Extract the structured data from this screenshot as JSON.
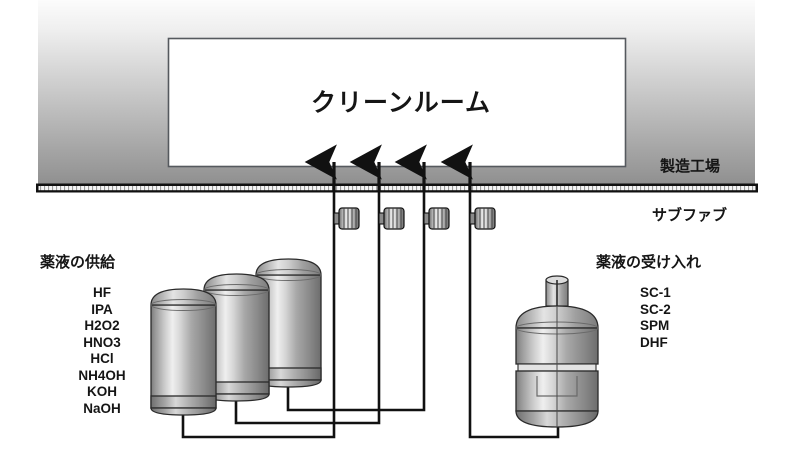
{
  "diagram": {
    "type": "process-flow-schematic",
    "language": "ja",
    "cleanroom": {
      "label": "クリーンルーム"
    },
    "zones": {
      "upper": {
        "label": "製造工場"
      },
      "lower": {
        "label": "サブファブ"
      }
    },
    "supply": {
      "heading": "薬液の供給",
      "chemicals": [
        "HF",
        "IPA",
        "H2O2",
        "HNO3",
        "HCl",
        "NH4OH",
        "KOH",
        "NaOH"
      ],
      "tank_count": 3
    },
    "receiving": {
      "heading": "薬液の受け入れ",
      "chemicals": [
        "SC-1",
        "SC-2",
        "SPM",
        "DHF"
      ],
      "vessel_count": 1
    },
    "risers": {
      "count": 4,
      "arrow_direction": "up",
      "inline_device": "bellows-filter"
    },
    "colors": {
      "ink": "#151515",
      "slab_dark": "#111111",
      "slab_fill": "#f2f2f2",
      "bg_gradient_top": "#fbfbfb",
      "bg_gradient_bottom": "#8d8d8d",
      "metal_light": "#e9e9e9",
      "metal_mid": "#b2b2b2",
      "metal_dark": "#6e6e6e",
      "cleanroom_fill": "#ffffff"
    }
  }
}
